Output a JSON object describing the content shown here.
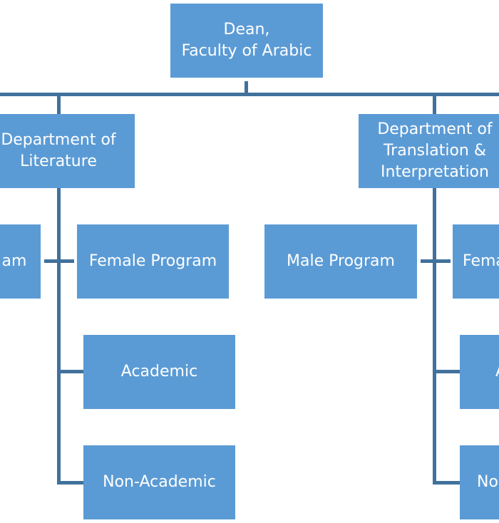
{
  "colors": {
    "box_fill": "#5B9BD5",
    "connector": "#41719C",
    "text": "#ffffff"
  },
  "chart": {
    "dean": "Dean,\nFaculty of Arabic",
    "dept_literature": "Department of\nLiterature",
    "dept_translation": "Department of\nTranslation &\nInterpretation",
    "lit_male_program": "am",
    "lit_female_program": "Female Program",
    "lit_academic": "Academic",
    "lit_non_academic": "Non-Academic",
    "trans_male_program": "Male Program",
    "trans_female_program": "Fema",
    "trans_academic": "A",
    "trans_non_academic": "No"
  }
}
